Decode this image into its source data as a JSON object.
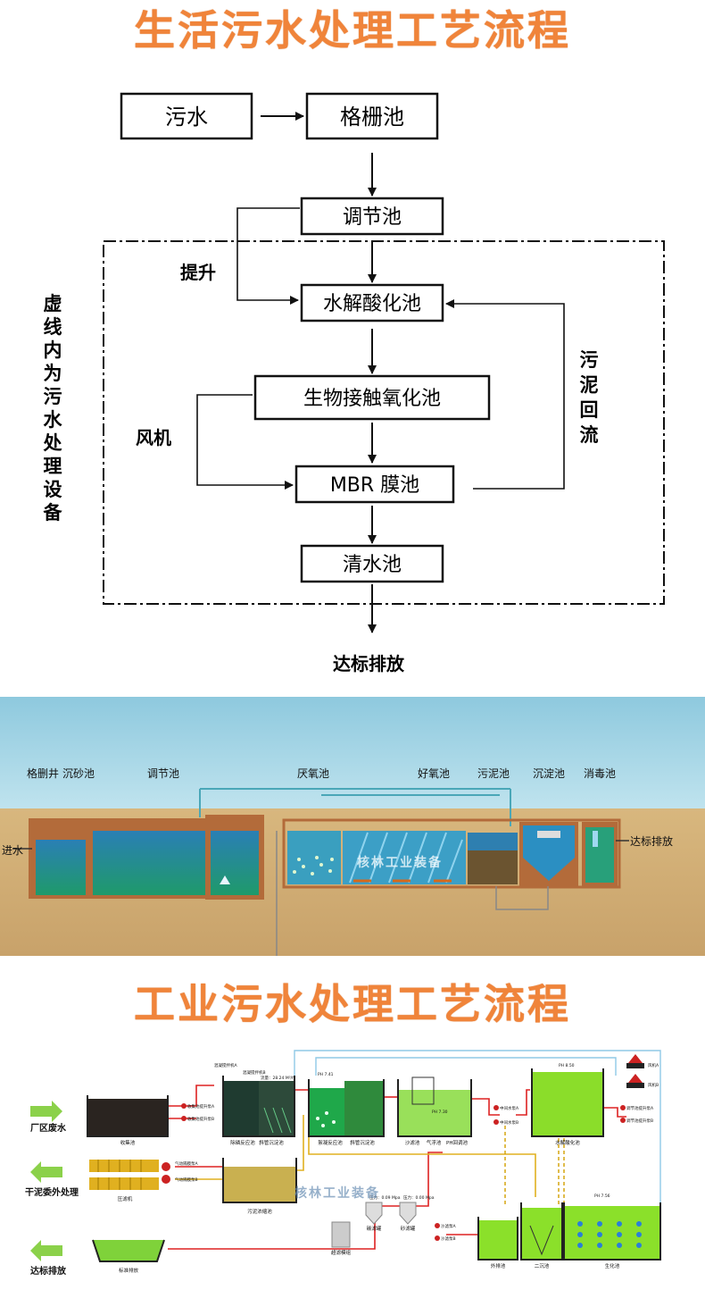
{
  "titles": {
    "domestic": "生活污水处理工艺流程",
    "industrial": "工业污水处理工艺流程"
  },
  "flow": {
    "boxes": {
      "wastewater": "污水",
      "screen_tank": "格栅池",
      "equalization": "调节池",
      "hydrolysis": "水解酸化池",
      "contact_oxidation": "生物接触氧化池",
      "mbr": "MBR 膜池",
      "clear_water": "清水池"
    },
    "labels": {
      "lift": "提升",
      "blower": "风机",
      "sludge_return": "污泥回流",
      "dashed_note": "虚线内为污水处理设备",
      "discharge": "达标排放"
    }
  },
  "plant": {
    "labels": {
      "grille_well": "格删井",
      "grit": "沉砂池",
      "adjust": "调节池",
      "anoxic": "厌氧池",
      "aerobic": "好氧池",
      "sludge": "污泥池",
      "settle": "沉淀池",
      "disinfect": "消毒池",
      "inlet": "进水",
      "outlet": "达标排放",
      "watermark": "核林工业装备"
    }
  },
  "industrial": {
    "side": {
      "factory": "厂区废水",
      "dry_sludge": "干泥委外处理",
      "discharge": "达标排放"
    },
    "tanks": {
      "collection": "收集池",
      "phosphorus": "除磷反应池",
      "incline": "斜管沉淀池",
      "coag": "絮凝反应池",
      "incline2": "斜管沉淀池",
      "sand": "沙滤池",
      "flotation": "气浮池",
      "ph": "PH回调池",
      "hydrolysis": "水解酸化池",
      "filter_press": "压滤机",
      "sludge_thick": "污泥浓缩池",
      "standard_tank": "标准排放",
      "outer": "外排池",
      "secondary": "二沉池",
      "bio": "生化池",
      "cartridge": "超滤模组",
      "carbon": "碳滤罐",
      "sand_tank": "砂滤罐"
    },
    "small": {
      "pump_a": "收集池提升泵A",
      "pump_b": "收集池提升泵B",
      "mix_a": "混凝搅拌机A",
      "mix_b": "混凝搅拌机B",
      "flow": "流量：28.24 M³/h",
      "ph1": "PH 7.41",
      "ph2": "PH 7.30",
      "ph3": "PH 8.50",
      "ph4": "PH 7.56",
      "mid_a": "中间水泵A",
      "mid_b": "中间水泵B",
      "fan_a": "风机A",
      "fan_b": "风机B",
      "adj_a": "调节池提升泵A",
      "adj_b": "调节池提升泵B",
      "diaph_a": "气动隔膜泵A",
      "diaph_b": "气动隔膜泵B",
      "press1": "压力：0.09 Mpa",
      "press2": "压力：0.00 Mpa",
      "sandpump_a": "沙滤泵A",
      "sandpump_b": "沙滤泵B",
      "watermark": "核林工业装备"
    }
  }
}
